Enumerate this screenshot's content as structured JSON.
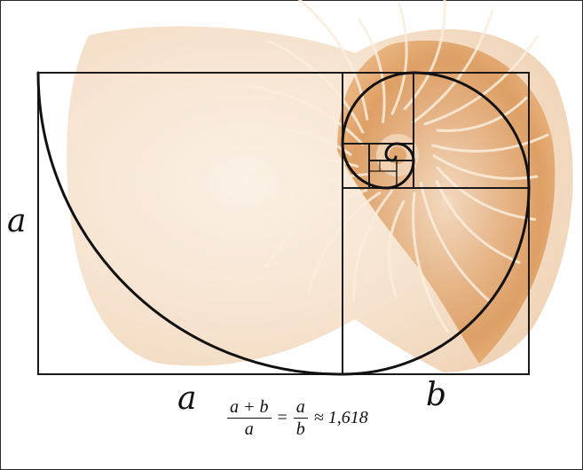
{
  "labels": {
    "left_side": "a",
    "bottom_left": "a",
    "bottom_right": "b"
  },
  "formula": {
    "numerator_left": "a + b",
    "denominator_left": "a",
    "equals": "=",
    "numerator_right": "a",
    "denominator_right": "b",
    "approx": "≈ 1,618"
  },
  "colors": {
    "lines": "#1a1a1a",
    "shell_light": "#f7e7d6",
    "shell_orange": "#e0a46a",
    "shell_dark": "#b8753f"
  }
}
